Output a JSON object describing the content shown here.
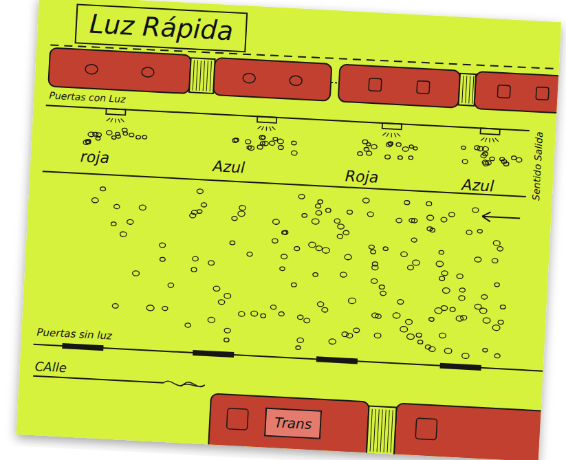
{
  "diagram": {
    "title": "Luz Rápida",
    "nodes": [
      {
        "text": [
          "Trans"
        ]
      }
    ],
    "labels": [
      "Puertas con Luz",
      "roja",
      "Azul",
      "Roja",
      "Azul",
      "Sentido Salida",
      "Puertas sin luz",
      "CAlle"
    ]
  }
}
